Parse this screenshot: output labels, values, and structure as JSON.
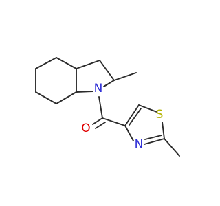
{
  "diagram": {
    "type": "skeletal-structure",
    "atom_labels": {
      "n1": "N",
      "o": "O",
      "n2": "N",
      "s": "S"
    },
    "colors": {
      "bond": "#2b2b2b",
      "n1": "#2d2dd6",
      "o": "#e00000",
      "n2": "#2d2dd6",
      "s": "#b3b300",
      "background": "#ffffff"
    }
  }
}
